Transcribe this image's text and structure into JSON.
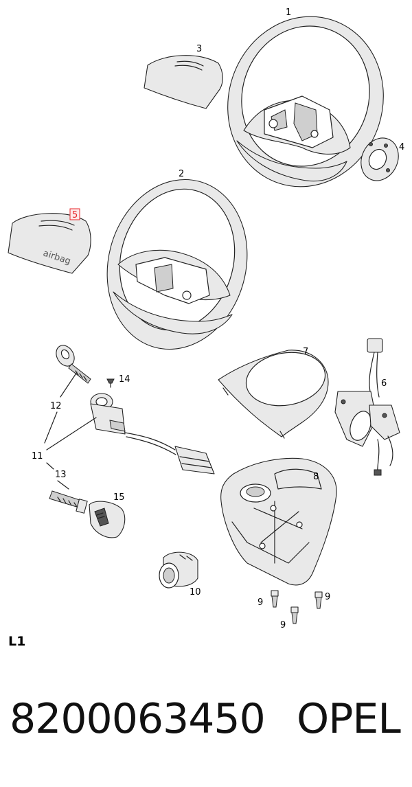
{
  "diagram": {
    "callouts": [
      "1",
      "2",
      "3",
      "4",
      "5",
      "6",
      "7",
      "8",
      "9",
      "9",
      "9",
      "10",
      "11",
      "12",
      "13",
      "14",
      "15"
    ],
    "highlighted_callout": "5",
    "airbag_text": "airbag",
    "section_label": "L1"
  },
  "footer": {
    "part_number": "8200063450",
    "brand": "OPEL"
  }
}
